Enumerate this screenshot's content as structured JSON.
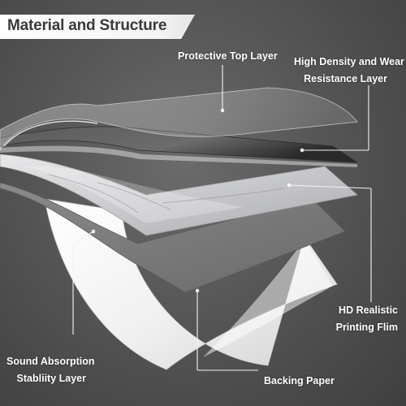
{
  "title": "Material and Structure",
  "labels": {
    "protective_top_layer": "Protective Top Layer",
    "wear_layer_line1": "High Density and Wear",
    "wear_layer_line2": "Resistance Layer",
    "printing_film_line1": "HD Realistic",
    "printing_film_line2": "Printing Flim",
    "sound_absorption_line1": "Sound Absorption",
    "sound_absorption_line2": "Stabliity  Layer",
    "backing_paper": "Backing Paper"
  }
}
